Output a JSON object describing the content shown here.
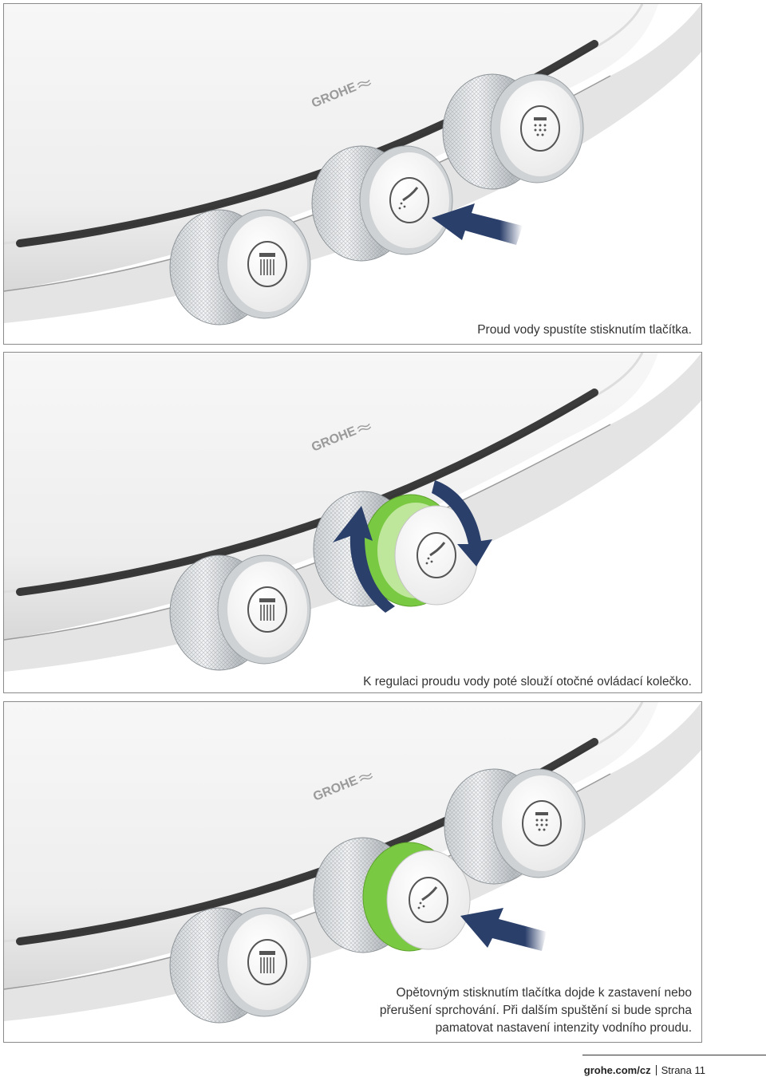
{
  "brand": "GROHE",
  "accent_color": "#7ac943",
  "arrow_color": "#2b3f6b",
  "steps": [
    {
      "caption": "Proud vody spustíte stisknutím tlačítka.",
      "action": "press"
    },
    {
      "caption": "K regulaci proudu vody poté slouží otočné ovládací kolečko.",
      "action": "rotate"
    },
    {
      "caption_lines": [
        "Opětovným stisknutím tlačítka dojde k zastavení nebo",
        "přerušení sprchování. Při dalším spuštění si bude sprcha",
        "pamatovat nastavení intenzity vodního proudu."
      ],
      "action": "press"
    }
  ],
  "icons": [
    "rain-shower-icon",
    "hand-shower-icon",
    "shower-head-icon"
  ],
  "footer": {
    "site": "grohe.com/cz",
    "page_label": "Strana 11"
  }
}
